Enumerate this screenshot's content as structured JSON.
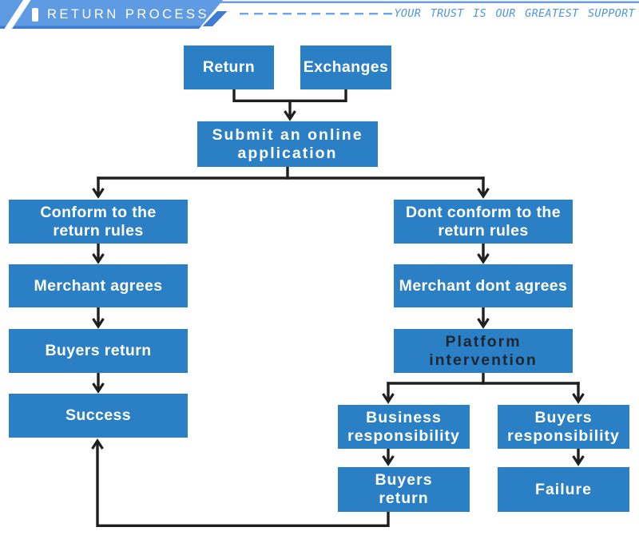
{
  "header": {
    "title": "RETURN PROCESS",
    "slogan": "YOUR TRUST IS OUR GREATEST SUPPORT"
  },
  "colors": {
    "box_blue": "#2b7fc4",
    "header_blue": "#5f9be2",
    "header_accent": "#3e7cd2",
    "dash_blue": "#6ba4e8",
    "slogan_blue": "#4f95e0",
    "connector": "#1f1f1f",
    "platform_text": "#1d2634"
  },
  "nodes": {
    "return": {
      "lines": [
        "Return"
      ]
    },
    "exchanges": {
      "lines": [
        "Exchanges"
      ]
    },
    "submit": {
      "lines": [
        "Submit an online",
        "application"
      ]
    },
    "conform": {
      "lines": [
        "Conform to the",
        "return rules"
      ]
    },
    "merchant_agrees": {
      "lines": [
        "Merchant agrees"
      ]
    },
    "buyers_return": {
      "lines": [
        "Buyers return"
      ]
    },
    "success": {
      "lines": [
        "Success"
      ]
    },
    "dont_conform": {
      "lines": [
        "Dont conform to the",
        "return rules"
      ]
    },
    "merchant_dont_agrees": {
      "lines": [
        "Merchant dont agrees"
      ]
    },
    "platform_intervention": {
      "lines": [
        "Platform",
        "intervention"
      ]
    },
    "business_responsibility": {
      "lines": [
        "Business",
        "responsibility"
      ]
    },
    "buyers_responsibility": {
      "lines": [
        "Buyers",
        "responsibility"
      ]
    },
    "buyers_return_2": {
      "lines": [
        "Buyers",
        "return"
      ]
    },
    "failure": {
      "lines": [
        "Failure"
      ]
    }
  }
}
